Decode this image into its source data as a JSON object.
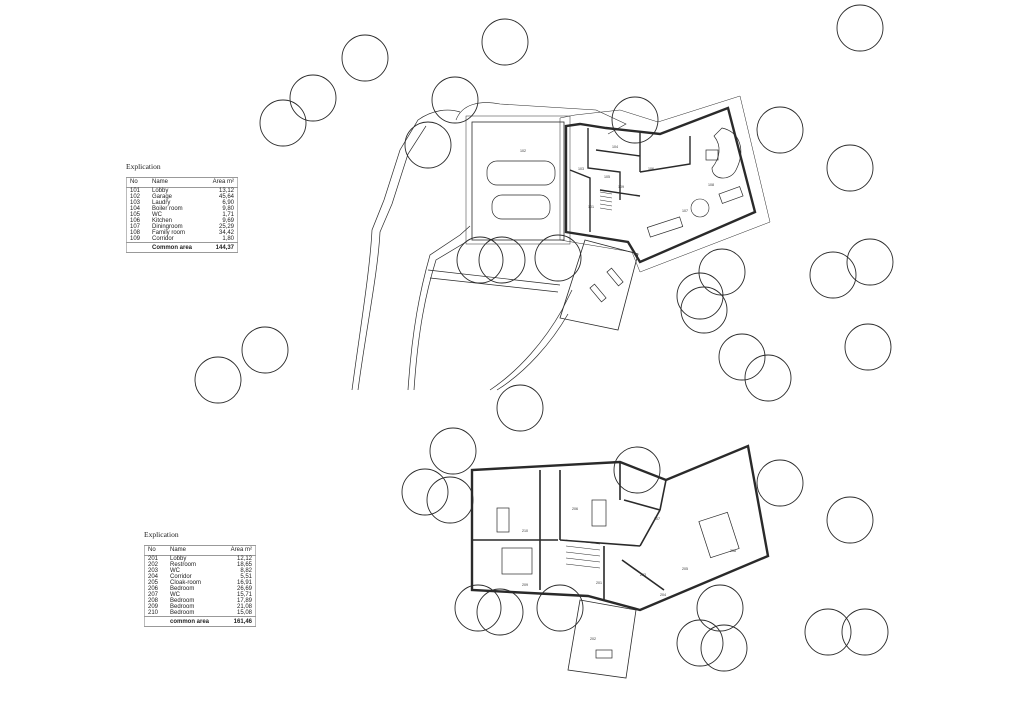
{
  "legends": [
    {
      "title": "Explication",
      "col_no": "No",
      "col_name": "Name",
      "col_area": "Area m²",
      "rows": [
        {
          "no": "101",
          "name": "Lobby",
          "area": "13,12"
        },
        {
          "no": "102",
          "name": "Garage",
          "area": "45,64"
        },
        {
          "no": "103",
          "name": "Laudry",
          "area": "6,90"
        },
        {
          "no": "104",
          "name": "Boiler room",
          "area": "9,80"
        },
        {
          "no": "105",
          "name": "WC",
          "area": "1,71"
        },
        {
          "no": "106",
          "name": "Kitchen",
          "area": "9,69"
        },
        {
          "no": "107",
          "name": "Diningroom",
          "area": "25,29"
        },
        {
          "no": "108",
          "name": "Family room",
          "area": "34,42"
        },
        {
          "no": "109",
          "name": "Corridor",
          "area": "1,80"
        }
      ],
      "total_label": "Common area",
      "total_area": "144,37"
    },
    {
      "title": "Explication",
      "col_no": "No",
      "col_name": "Name",
      "col_area": "Area m²",
      "rows": [
        {
          "no": "201",
          "name": "Lobby",
          "area": "12,12"
        },
        {
          "no": "202",
          "name": "Restroom",
          "area": "18,65"
        },
        {
          "no": "203",
          "name": "WC",
          "area": "8,82"
        },
        {
          "no": "204",
          "name": "Corridor",
          "area": "5,51"
        },
        {
          "no": "205",
          "name": "Cloak-room",
          "area": "16,91"
        },
        {
          "no": "206",
          "name": "Bedroom",
          "area": "26,69"
        },
        {
          "no": "207",
          "name": "WC",
          "area": "15,71"
        },
        {
          "no": "208",
          "name": "Bedroom",
          "area": "17,89"
        },
        {
          "no": "209",
          "name": "Bedroom",
          "area": "21,08"
        },
        {
          "no": "210",
          "name": "Bedroom",
          "area": "15,08"
        }
      ],
      "total_label": "common area",
      "total_area": "161,46"
    }
  ],
  "plans": {
    "ground_room_labels": [
      "101",
      "102",
      "103",
      "104",
      "105",
      "106",
      "107",
      "108",
      "109"
    ],
    "upper_room_labels": [
      "201",
      "202",
      "203",
      "204",
      "205",
      "206",
      "207",
      "208",
      "209",
      "210"
    ]
  }
}
